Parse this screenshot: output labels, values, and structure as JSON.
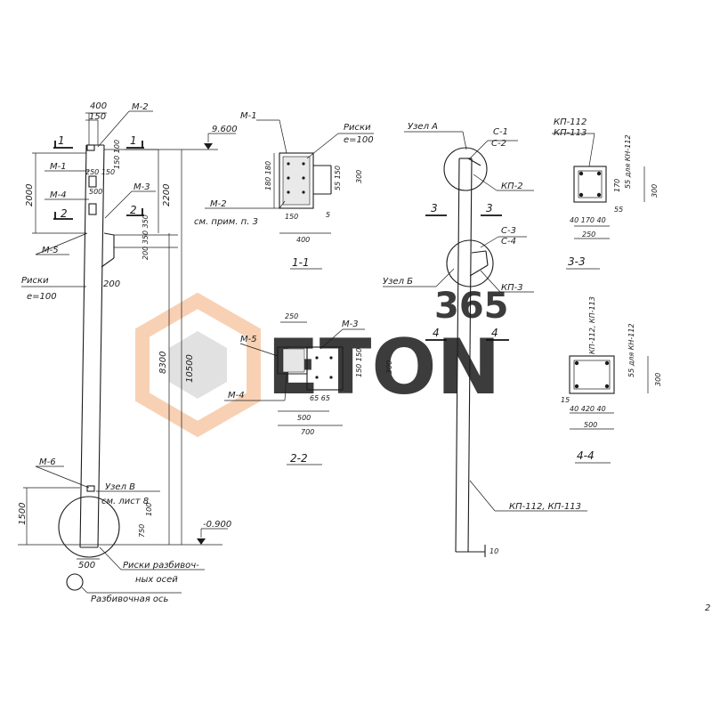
{
  "colors": {
    "ink": "#1b1b1b",
    "watermark_gray": "#d9d9d9",
    "watermark_orange": "#f7c9a8"
  },
  "watermark": {
    "text": "ETON",
    "number": "365"
  },
  "column": {
    "top_dim": "400",
    "top_dim_sub": "150",
    "mark_m2": "М-2",
    "mark_m1": "М-1",
    "mark_m4": "М-4",
    "mark_m5": "М-5",
    "mark_m3": "М-3",
    "mark_m6": "М-6",
    "section_1": "1",
    "section_2": "2",
    "dim_250_150": "250 150",
    "dim_500": "500",
    "dim_2000": "2000",
    "dim_200": "200",
    "dim_150_100": "150 100",
    "dim_200_350": "200 350 350",
    "marks_note_line1": "Риски",
    "marks_note_line2": "е=100",
    "dim_2200": "2200",
    "dim_8300": "8300",
    "dim_10500": "10500",
    "elev_top": "9.600",
    "elev_bottom": "-0.900",
    "dim_1500": "1500",
    "dim_750": "750",
    "dim_100": "100",
    "dim_500_bottom": "500",
    "node_b_line1": "Узел В",
    "node_b_line2": "см. лист 8",
    "axis_marks_line1": "Риски разбивоч-",
    "axis_marks_line2": "ных осей",
    "axis_label": "Разбивочная ось"
  },
  "sec11": {
    "mark_m1": "М-1",
    "marks_line1": "Риски",
    "marks_line2": "е=100",
    "dim_180": "180 180",
    "dim_150": "150",
    "dim_400": "400",
    "dim_55": "55 150",
    "dim_300": "300",
    "dim_5": "5",
    "mark_m2": "М-2",
    "note": "см. прим. п. 3",
    "title": "1-1"
  },
  "sec22": {
    "dim_250": "250",
    "mark_m3": "М-3",
    "mark_m5": "М-5",
    "mark_m4": "М-4",
    "dim_65": "65 65",
    "dim_150": "150 150",
    "dim_300": "300",
    "dim_500": "500",
    "dim_700": "700",
    "title": "2-2"
  },
  "elevation": {
    "node_a": "Узел А",
    "c1": "С-1",
    "c2": "С-2",
    "kp2": "КП-2",
    "num3": "3",
    "c3": "С-3",
    "c4": "С-4",
    "node_b": "Узел Б",
    "kp3": "КП-3",
    "num4": "4",
    "kp_note": "КП-112, КП-113",
    "dim_10": "10"
  },
  "sec33": {
    "kp112": "КП-112",
    "kp113": "КП-113",
    "side_note": "55 для КН-112",
    "dim_170": "170",
    "dim_300": "300",
    "dim_55": "55",
    "bottom_dims": "40 170 40",
    "dim_250": "250",
    "title": "3-3"
  },
  "sec44": {
    "side_note": "КП-112, КП-113",
    "side_note2": "55 для КН-112",
    "dim_300": "300",
    "dim_15": "15",
    "bottom_dims": "40 420 40",
    "dim_500": "500",
    "title": "4-4"
  },
  "page_number": "2"
}
